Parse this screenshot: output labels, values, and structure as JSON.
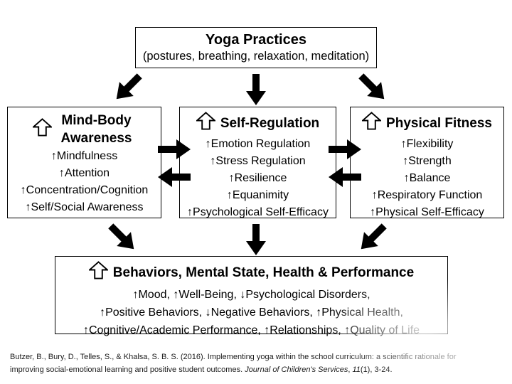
{
  "colors": {
    "border": "#000000",
    "text": "#000000",
    "background": "#ffffff",
    "arrow": "#000000"
  },
  "icons": {
    "box_title_icon": "up-block-arrow"
  },
  "top_box": {
    "title": "Yoga Practices",
    "subtitle": "(postures, breathing, relaxation, meditation)"
  },
  "boxes": [
    {
      "title": "Mind-Body Awareness",
      "items": [
        "↑Mindfulness",
        "↑Attention",
        "↑Concentration/Cognition",
        "↑Self/Social Awareness"
      ]
    },
    {
      "title": "Self-Regulation",
      "items": [
        "↑Emotion Regulation",
        "↑Stress Regulation",
        "↑Resilience",
        "↑Equanimity",
        "↑Psychological Self-Efficacy"
      ]
    },
    {
      "title": "Physical Fitness",
      "items": [
        "↑Flexibility",
        "↑Strength",
        "↑Balance",
        "↑Respiratory Function",
        "↑Physical Self-Efficacy"
      ]
    }
  ],
  "bottom_box": {
    "title": "Behaviors, Mental State, Health & Performance",
    "lines": [
      "↑Mood, ↑Well-Being, ↓Psychological Disorders,",
      "↑Positive Behaviors, ↓Negative Behaviors, ↑Physical Health,",
      "↑Cognitive/Academic Performance, ↑Relationships, ↑Quality of Life"
    ]
  },
  "citation": {
    "line1": "Butzer, B., Bury, D., Telles, S., & Khalsa, S. B. S. (2016). Implementing yoga within the school curriculum: a scientific rationale for",
    "line2_pre": "improving social-emotional learning and positive student outcomes. ",
    "line2_journal": "Journal of Children's Services",
    "line2_mid": ", ",
    "line2_vol": "11",
    "line2_post": "(1), 3-24."
  }
}
